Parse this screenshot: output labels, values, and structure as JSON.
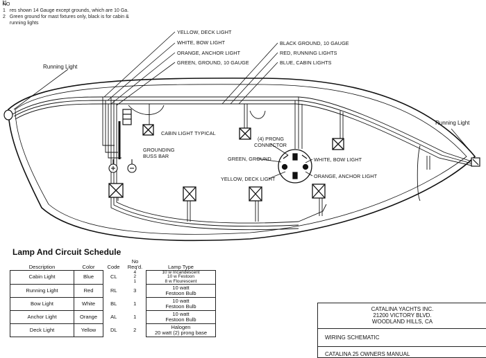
{
  "notes": {
    "heading": "NO",
    "items": [
      {
        "num": "1",
        "text": "res shown 14 Gauge except grounds, which are 10 Ga."
      },
      {
        "num": "2",
        "text": "Green ground for mast fixtures only, black is for cabin & running lights"
      }
    ],
    "page_mark": "12"
  },
  "labels": {
    "running_light_left": "Running Light",
    "running_light_right": "Running Light",
    "yellow_deck": "YELLOW, DECK LIGHT",
    "white_bow": "WHITE, BOW LIGHT",
    "orange_anchor": "ORANGE, ANCHOR LIGHT",
    "green_ground": "GREEN, GROUND, 10 GAUGE",
    "black_ground": "BLACK GROUND, 10 GAUGE",
    "red_running": "RED, RUNNING LIGHTS",
    "blue_cabin": "BLUE, CABIN LIGHTS",
    "cabin_light_typical": "CABIN LIGHT TYPICAL",
    "grounding_buss_1": "GROUNDING",
    "grounding_buss_2": "BUSS  BAR",
    "prong_1": "(4) PRONG",
    "prong_2": "CONNECTOR",
    "green_ground_conn": "GREEN, GROUND",
    "white_bow_conn": "WHITE, BOW LIGHT",
    "yellow_deck_conn": "YELLOW, DECK LIGHT",
    "orange_anchor_conn": "ORANGE, ANCHOR LIGHT",
    "plus": "+",
    "minus": "−"
  },
  "schedule": {
    "title": "Lamp And Circuit Schedule",
    "headers": {
      "description": "Description",
      "color": "Color",
      "code": "Code",
      "no_reqd_1": "No",
      "no_reqd_2": "Req'd.",
      "lamp_type": "Lamp Type"
    },
    "rows": [
      {
        "description": "Cabin Light",
        "color": "Blue",
        "code": "CL",
        "qty": [
          "4",
          "2",
          "1"
        ],
        "lamp": [
          "10 w  Incandescent",
          "10 w  Festoon",
          "8 w  Flourescent"
        ]
      },
      {
        "description": "Running Light",
        "color": "Red",
        "code": "RL",
        "qty": [
          "3"
        ],
        "lamp": [
          "10 watt",
          "Festoon Bulb"
        ]
      },
      {
        "description": "Bow Light",
        "color": "White",
        "code": "BL",
        "qty": [
          "1"
        ],
        "lamp": [
          "10 watt",
          "Festoon Bulb"
        ]
      },
      {
        "description": "Anchor Light",
        "color": "Orange",
        "code": "AL",
        "qty": [
          "1"
        ],
        "lamp": [
          "10 watt",
          "Festoon Bulb"
        ]
      },
      {
        "description": "Deck Light",
        "color": "Yellow",
        "code": "DL",
        "qty": [
          "2"
        ],
        "lamp": [
          "Halogen",
          "20 watt (2) prong base"
        ]
      }
    ]
  },
  "title_block": {
    "company": "CATALINA YACHTS INC.",
    "address": "21200 VICTORY BLVD.",
    "city": "WOODLAND HILLS, CA",
    "drawing": "WIRING SCHEMATIC",
    "manual": "CATALINA 25  OWNERS MANUAL"
  },
  "icons": {
    "lamp": "lamp-box-icon",
    "connector": "four-prong-connector-icon",
    "buss_bar": "grounding-buss-bar-icon"
  }
}
